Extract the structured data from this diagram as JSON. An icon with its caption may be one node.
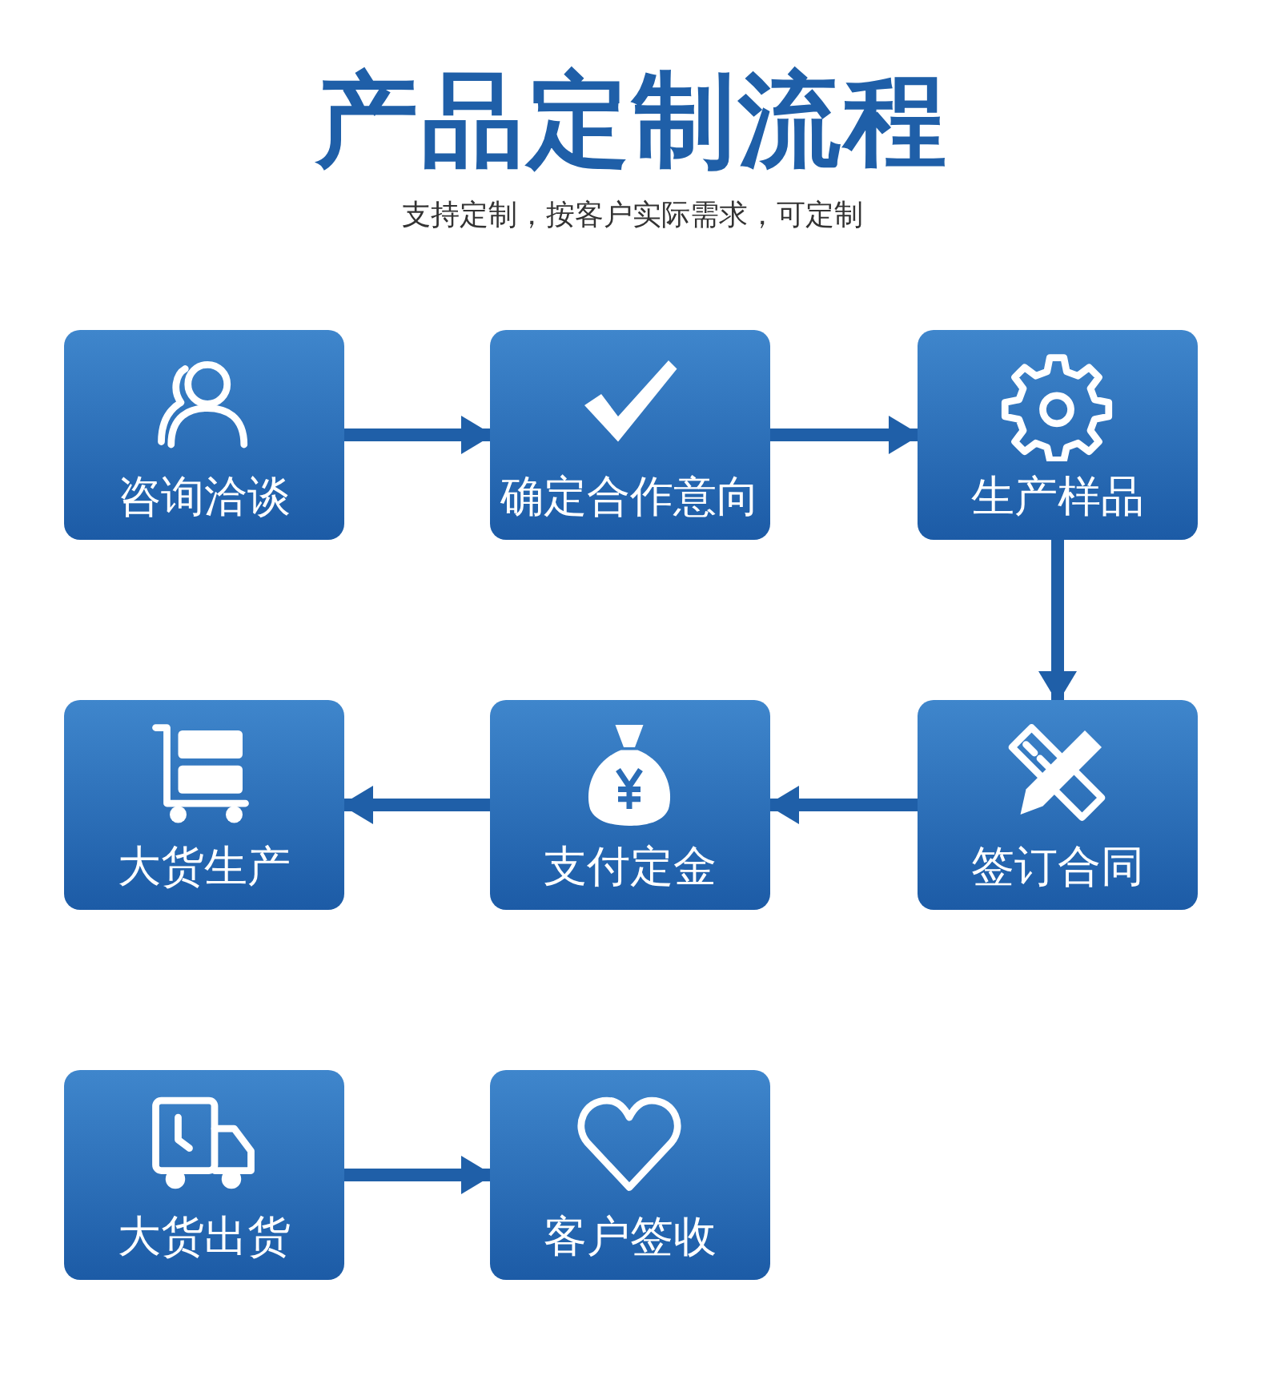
{
  "diagram": {
    "title": "产品定制流程",
    "caption": "支持定制，按客户实际需求，可定制",
    "nodes": [
      {
        "text": [
          "咨询洽谈"
        ]
      },
      {
        "text": [
          "确定合作意向"
        ]
      },
      {
        "text": [
          "生产样品"
        ]
      },
      {
        "text": [
          "大货生产"
        ]
      },
      {
        "text": [
          "支付定金"
        ]
      },
      {
        "text": [
          "签订合同"
        ]
      },
      {
        "text": [
          "大货出货"
        ]
      },
      {
        "text": [
          "客户签收"
        ]
      }
    ],
    "edges": [
      {
        "from": 0,
        "to": 1,
        "arrow": "to"
      },
      {
        "from": 1,
        "to": 2,
        "arrow": "to"
      },
      {
        "from": 2,
        "to": 5,
        "arrow": "to"
      },
      {
        "from": 5,
        "to": 4,
        "arrow": "to"
      },
      {
        "from": 4,
        "to": 3,
        "arrow": "to"
      },
      {
        "from": 6,
        "to": 7,
        "arrow": "to"
      }
    ]
  }
}
